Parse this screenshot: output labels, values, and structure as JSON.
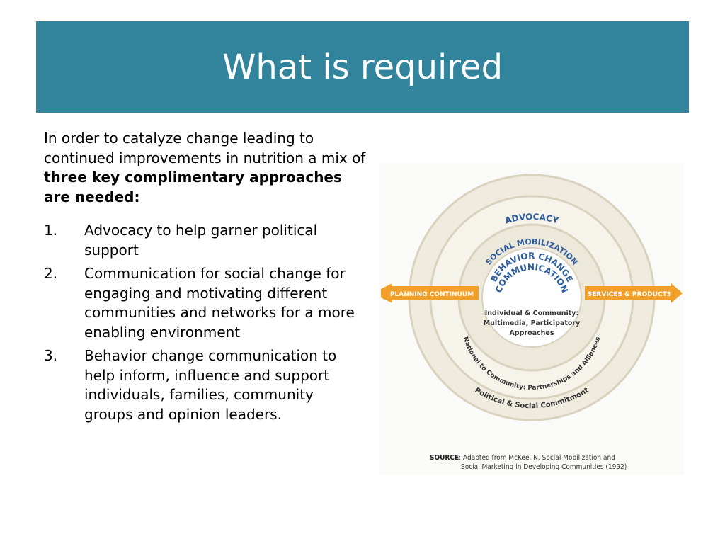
{
  "title": "What is required",
  "intro": {
    "text": "In order to catalyze change leading to continued improvements in nutrition a mix of ",
    "bold": "three key complimentary approaches are needed:"
  },
  "items": [
    {
      "num": "1.",
      "text": "Advocacy to help garner political support"
    },
    {
      "num": "2.",
      "text": "Communication for social change for engaging and motivating different communities and networks for a more enabling environment"
    },
    {
      "num": "3.",
      "text": "Behavior change communication to help inform, influence and support individuals, families, community groups and opinion leaders."
    }
  ],
  "diagram": {
    "advocacy": "ADVOCACY",
    "social_mobilization": "SOCIAL MOBILIZATION",
    "bcc_line1": "BEHAVIOR CHANGE",
    "bcc_line2": "COMMUNICATION",
    "planning": "PLANNING CONTINUUM",
    "services": "SERVICES & PRODUCTS",
    "inner_line1": "Individual & Community:",
    "inner_line2": "Multimedia, Participatory",
    "inner_line3": "Approaches",
    "partnerships": "National to Community: Partnerships and Alliances",
    "commitment": "Political & Social Commitment",
    "source_label": "SOURCE",
    "source_line1": ": Adapted from McKee, N. Social Mobilization and",
    "source_line2": "Social Marketing in Developing Communities (1992)",
    "colors": {
      "ring": "#d8d2be",
      "ring_fill": "#ece8da",
      "arrow": "#f0a028",
      "blue": "#2f5e9e"
    }
  }
}
